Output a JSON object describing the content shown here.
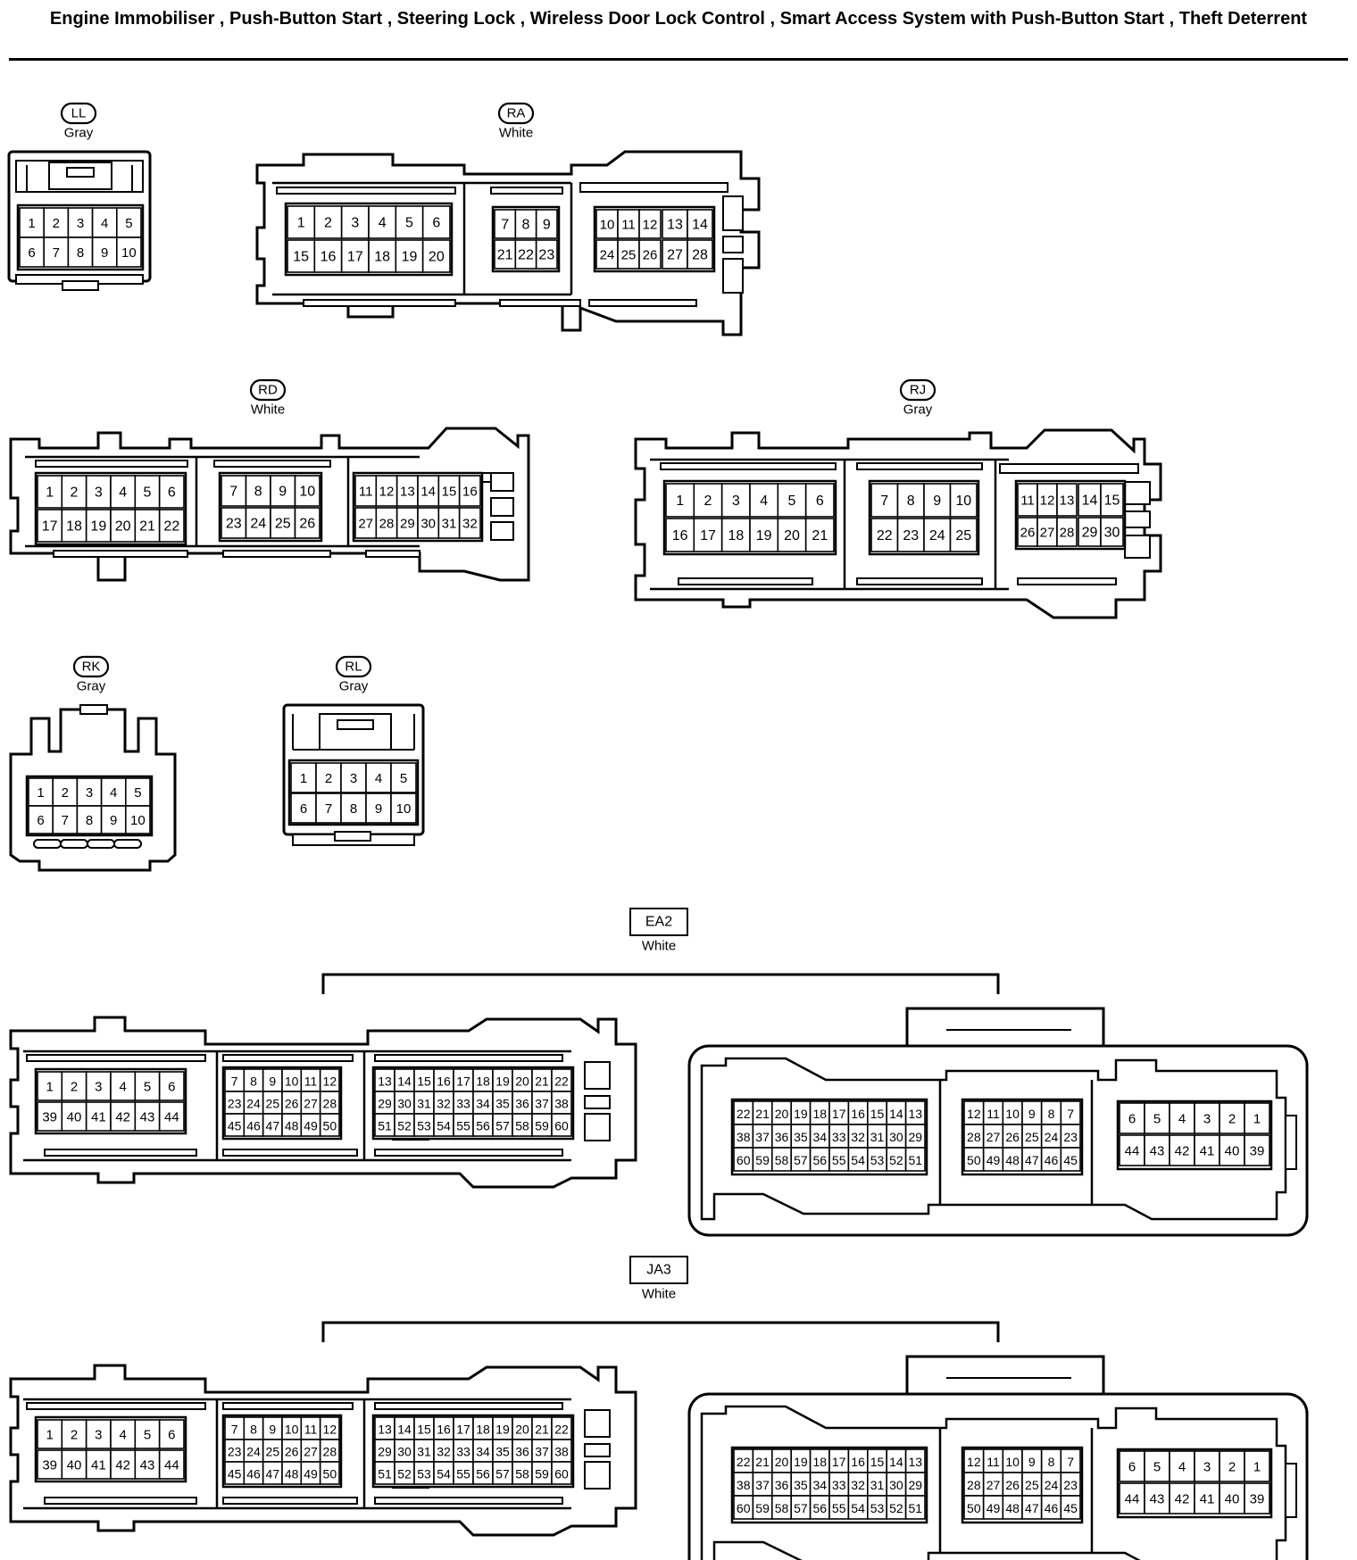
{
  "page_title": "Engine Immobiliser , Push-Button Start , Steering Lock , Wireless Door Lock Control , Smart Access System with Push-Button Start , Theft Deterrent",
  "connectors": [
    {
      "code": "LL",
      "color": "Gray",
      "pin_rows": [
        [
          "1",
          "2",
          "3",
          "4",
          "5"
        ],
        [
          "6",
          "7",
          "8",
          "9",
          "10"
        ]
      ]
    },
    {
      "code": "RA",
      "color": "White",
      "pin_rows": [
        [
          "1",
          "2",
          "3",
          "4",
          "5",
          "6"
        ],
        [
          "15",
          "16",
          "17",
          "18",
          "19",
          "20"
        ],
        [
          "7",
          "8",
          "9"
        ],
        [
          "21",
          "22",
          "23"
        ],
        [
          "10",
          "11",
          "12",
          "13",
          "14"
        ],
        [
          "24",
          "25",
          "26",
          "27",
          "28"
        ]
      ]
    },
    {
      "code": "RD",
      "color": "White",
      "pin_rows": [
        [
          "1",
          "2",
          "3",
          "4",
          "5",
          "6"
        ],
        [
          "17",
          "18",
          "19",
          "20",
          "21",
          "22"
        ],
        [
          "7",
          "8",
          "9",
          "10"
        ],
        [
          "23",
          "24",
          "25",
          "26"
        ],
        [
          "11",
          "12",
          "13",
          "14",
          "15",
          "16"
        ],
        [
          "27",
          "28",
          "29",
          "30",
          "31",
          "32"
        ]
      ]
    },
    {
      "code": "RJ",
      "color": "Gray",
      "pin_rows": [
        [
          "1",
          "2",
          "3",
          "4",
          "5",
          "6"
        ],
        [
          "16",
          "17",
          "18",
          "19",
          "20",
          "21"
        ],
        [
          "7",
          "8",
          "9",
          "10"
        ],
        [
          "22",
          "23",
          "24",
          "25"
        ],
        [
          "11",
          "12",
          "13",
          "14",
          "15"
        ],
        [
          "26",
          "27",
          "28",
          "29",
          "30"
        ]
      ]
    },
    {
      "code": "RK",
      "color": "Gray",
      "pin_rows": [
        [
          "1",
          "2",
          "3",
          "4",
          "5"
        ],
        [
          "6",
          "7",
          "8",
          "9",
          "10"
        ]
      ]
    },
    {
      "code": "RL",
      "color": "Gray",
      "pin_rows": [
        [
          "1",
          "2",
          "3",
          "4",
          "5"
        ],
        [
          "6",
          "7",
          "8",
          "9",
          "10"
        ]
      ]
    },
    {
      "code": "EA2",
      "color": "White",
      "male_rows": [
        [
          "1",
          "2",
          "3",
          "4",
          "5",
          "6"
        ],
        [
          "39",
          "40",
          "41",
          "42",
          "43",
          "44"
        ],
        [
          "7",
          "8",
          "9",
          "10",
          "11",
          "12"
        ],
        [
          "23",
          "24",
          "25",
          "26",
          "27",
          "28"
        ],
        [
          "45",
          "46",
          "47",
          "48",
          "49",
          "50"
        ],
        [
          "13",
          "14",
          "15",
          "16",
          "17",
          "18",
          "19",
          "20",
          "21",
          "22"
        ],
        [
          "29",
          "30",
          "31",
          "32",
          "33",
          "34",
          "35",
          "36",
          "37",
          "38"
        ],
        [
          "51",
          "52",
          "53",
          "54",
          "55",
          "56",
          "57",
          "58",
          "59",
          "60"
        ]
      ],
      "female_rows": [
        [
          "22",
          "21",
          "20",
          "19",
          "18",
          "17",
          "16",
          "15",
          "14",
          "13"
        ],
        [
          "38",
          "37",
          "36",
          "35",
          "34",
          "33",
          "32",
          "31",
          "30",
          "29"
        ],
        [
          "60",
          "59",
          "58",
          "57",
          "56",
          "55",
          "54",
          "53",
          "52",
          "51"
        ],
        [
          "12",
          "11",
          "10",
          "9",
          "8",
          "7"
        ],
        [
          "28",
          "27",
          "26",
          "25",
          "24",
          "23"
        ],
        [
          "50",
          "49",
          "48",
          "47",
          "46",
          "45"
        ],
        [
          "6",
          "5",
          "4",
          "3",
          "2",
          "1"
        ],
        [
          "44",
          "43",
          "42",
          "41",
          "40",
          "39"
        ]
      ]
    },
    {
      "code": "JA3",
      "color": "White",
      "male_rows": [
        [
          "1",
          "2",
          "3",
          "4",
          "5",
          "6"
        ],
        [
          "39",
          "40",
          "41",
          "42",
          "43",
          "44"
        ],
        [
          "7",
          "8",
          "9",
          "10",
          "11",
          "12"
        ],
        [
          "23",
          "24",
          "25",
          "26",
          "27",
          "28"
        ],
        [
          "45",
          "46",
          "47",
          "48",
          "49",
          "50"
        ],
        [
          "13",
          "14",
          "15",
          "16",
          "17",
          "18",
          "19",
          "20",
          "21",
          "22"
        ],
        [
          "29",
          "30",
          "31",
          "32",
          "33",
          "34",
          "35",
          "36",
          "37",
          "38"
        ],
        [
          "51",
          "52",
          "53",
          "54",
          "55",
          "56",
          "57",
          "58",
          "59",
          "60"
        ]
      ],
      "female_rows": [
        [
          "22",
          "21",
          "20",
          "19",
          "18",
          "17",
          "16",
          "15",
          "14",
          "13"
        ],
        [
          "38",
          "37",
          "36",
          "35",
          "34",
          "33",
          "32",
          "31",
          "30",
          "29"
        ],
        [
          "60",
          "59",
          "58",
          "57",
          "56",
          "55",
          "54",
          "53",
          "52",
          "51"
        ],
        [
          "12",
          "11",
          "10",
          "9",
          "8",
          "7"
        ],
        [
          "28",
          "27",
          "26",
          "25",
          "24",
          "23"
        ],
        [
          "50",
          "49",
          "48",
          "47",
          "46",
          "45"
        ],
        [
          "6",
          "5",
          "4",
          "3",
          "2",
          "1"
        ],
        [
          "44",
          "43",
          "42",
          "41",
          "40",
          "39"
        ]
      ]
    }
  ]
}
